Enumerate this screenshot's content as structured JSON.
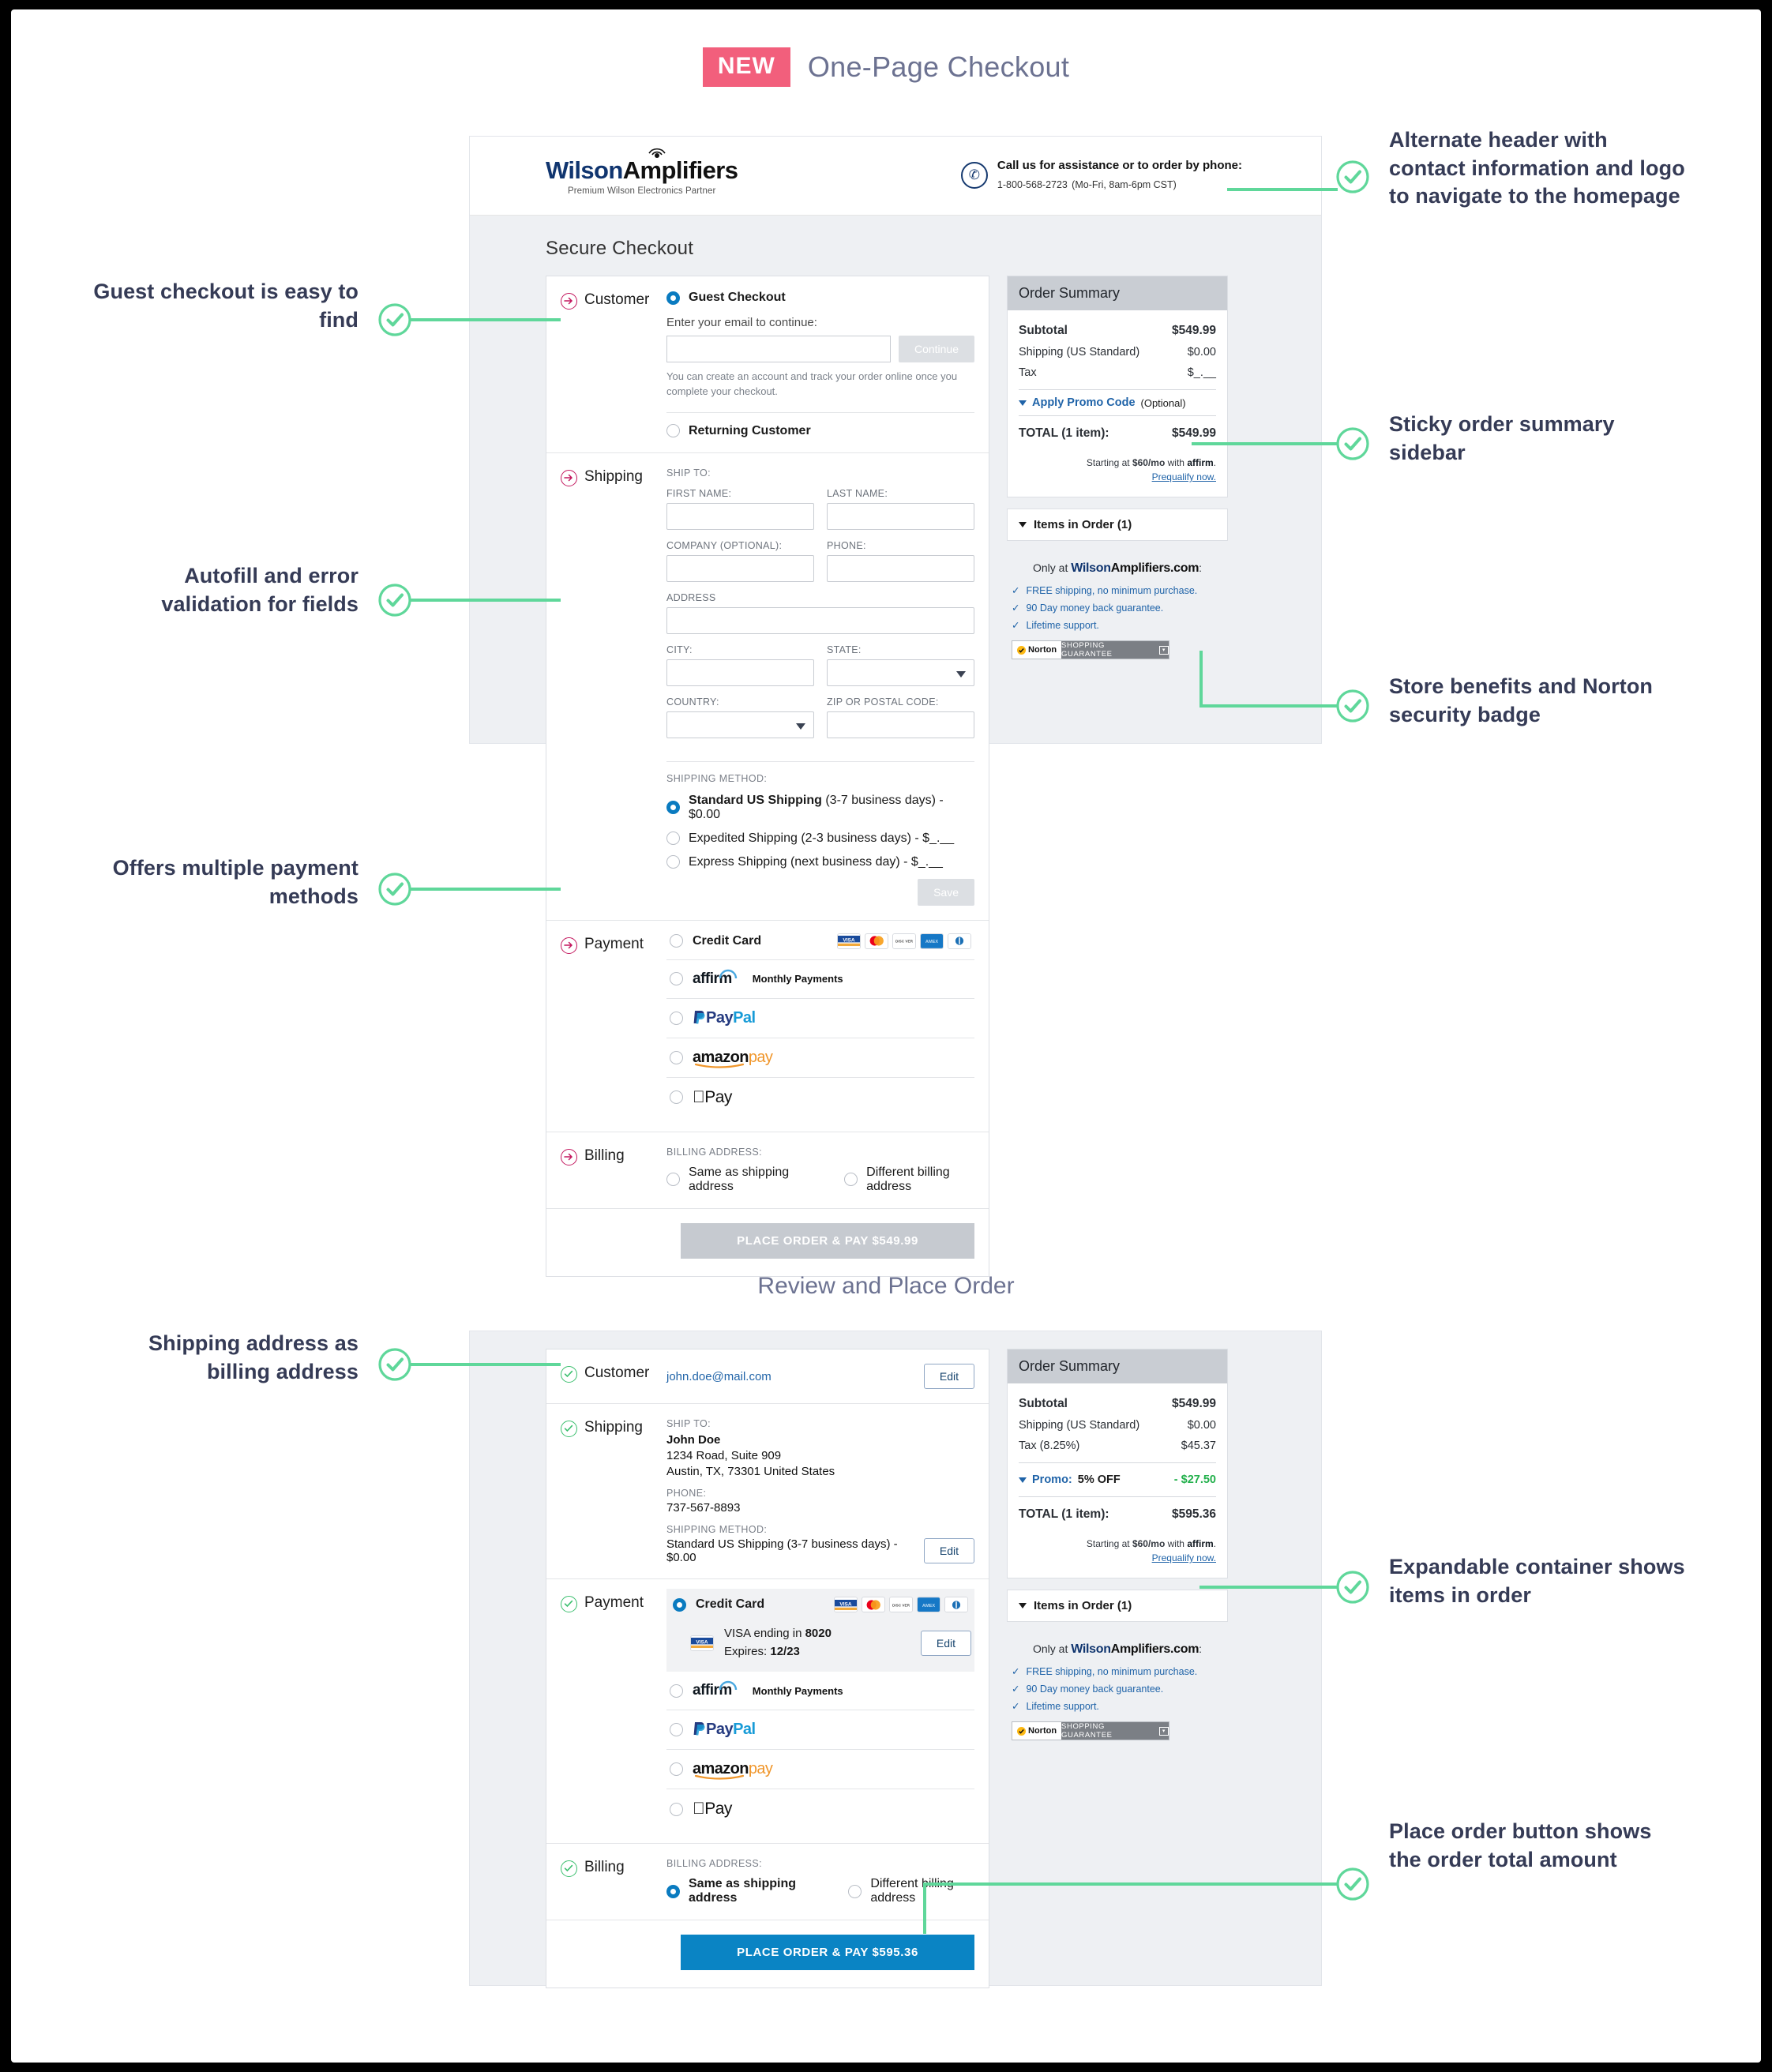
{
  "header": {
    "badge": "NEW",
    "title": "One-Page Checkout"
  },
  "section2_title": "Review and Place Order",
  "site": {
    "logo_first": "Wilson",
    "logo_second": "Amplifiers",
    "logo_tagline": "Premium Wilson Electronics Partner",
    "phone_label": "Call us for assistance or to order by phone:",
    "phone_number": "1-800-568-2723",
    "phone_hours": "(Mo-Fri, 8am-6pm CST)",
    "page_heading": "Secure Checkout"
  },
  "screen1": {
    "customer": {
      "label": "Customer",
      "guest_option": "Guest Checkout",
      "email_prompt": "Enter your email to continue:",
      "email_value": "",
      "email_placeholder": "",
      "continue_button": "Continue",
      "note": "You can create an account and track your order online once you complete your checkout.",
      "returning_option": "Returning Customer"
    },
    "shipping": {
      "label": "Shipping",
      "ship_to": "SHIP TO:",
      "fields": [
        {
          "label": "FIRST NAME:",
          "value": "",
          "type": "text"
        },
        {
          "label": "LAST NAME:",
          "value": "",
          "type": "text"
        },
        {
          "label": "COMPANY (OPTIONAL):",
          "value": "",
          "type": "text"
        },
        {
          "label": "PHONE:",
          "value": "",
          "type": "text"
        },
        {
          "label": "ADDRESS",
          "value": "",
          "type": "text"
        },
        {
          "label": "CITY:",
          "value": "",
          "type": "text"
        },
        {
          "label": "STATE:",
          "value": "",
          "type": "select"
        },
        {
          "label": "COUNTRY:",
          "value": "",
          "type": "select"
        },
        {
          "label": "ZIP OR POSTAL CODE:",
          "value": "",
          "type": "text"
        }
      ],
      "method_label": "SHIPPING METHOD:",
      "methods": [
        {
          "bold": "Standard US Shipping",
          "rest": " (3-7 business days) - $0.00",
          "selected": true
        },
        {
          "bold": "",
          "rest": "Expedited Shipping (2-3 business days) - $_.__",
          "selected": false
        },
        {
          "bold": "",
          "rest": "Express Shipping (next business day) - $_.__",
          "selected": false
        }
      ],
      "save_button": "Save"
    },
    "payment": {
      "label": "Payment",
      "methods": [
        {
          "name": "Credit Card",
          "selected": false
        },
        {
          "name": "affirm Monthly Payments",
          "selected": false
        },
        {
          "name": "PayPal",
          "selected": false
        },
        {
          "name": "amazon pay",
          "selected": false
        },
        {
          "name": "Apple Pay",
          "selected": false
        }
      ],
      "affirm_suffix": "Monthly Payments",
      "cards": [
        "VISA",
        "mastercard",
        "DISCOVER",
        "AMEX",
        "diners"
      ]
    },
    "billing": {
      "label": "Billing",
      "address_label": "BILLING ADDRESS:",
      "same_option": "Same as shipping address",
      "different_option": "Different billing address",
      "same_selected": false
    },
    "place_order_button": "PLACE ORDER & PAY $549.99",
    "summary": {
      "title": "Order Summary",
      "rows": [
        {
          "label": "Subtotal",
          "value": "$549.99",
          "bold": true
        },
        {
          "label": "Shipping (US Standard)",
          "value": "$0.00",
          "bold": false
        },
        {
          "label": "Tax",
          "value": "$_.__",
          "bold": false
        }
      ],
      "promo_link": "Apply Promo Code",
      "promo_optional": "(Optional)",
      "total_label": "TOTAL (1 item):",
      "total_value": "$549.99",
      "affirm_note_1": "Starting at ",
      "affirm_note_mo": "$60/mo",
      "affirm_note_2": " with ",
      "affirm_prequalify": "Prequalify now.",
      "items_bar": "Items in Order (1)"
    }
  },
  "screen2": {
    "customer": {
      "label": "Customer",
      "email": "john.doe@mail.com",
      "edit_button": "Edit"
    },
    "shipping": {
      "label": "Shipping",
      "ship_to": "SHIP TO:",
      "name": "John Doe",
      "address_line1": "1234 Road, Suite 909",
      "address_line2": "Austin, TX, 73301 United States",
      "phone_label": "PHONE:",
      "phone": "737-567-8893",
      "method_label": "SHIPPING METHOD:",
      "method": "Standard US Shipping (3-7 business days) - $0.00",
      "edit_button": "Edit"
    },
    "payment": {
      "label": "Payment",
      "credit_card": "Credit Card",
      "card_line1_pre": "VISA ending in ",
      "card_last4": "8020",
      "card_line2_pre": "Expires: ",
      "card_expiry": "12/23",
      "edit_button": "Edit",
      "affirm_suffix": "Monthly Payments"
    },
    "billing": {
      "label": "Billing",
      "address_label": "BILLING ADDRESS:",
      "same_option": "Same as shipping address",
      "different_option": "Different billing address",
      "same_selected": true
    },
    "place_order_button": "PLACE ORDER & PAY $595.36",
    "summary": {
      "title": "Order Summary",
      "rows": [
        {
          "label": "Subtotal",
          "value": "$549.99",
          "bold": true
        },
        {
          "label": "Shipping (US Standard)",
          "value": "$0.00",
          "bold": false
        },
        {
          "label": "Tax (8.25%)",
          "value": "$45.37",
          "bold": false
        }
      ],
      "promo_label": "Promo:",
      "promo_value": "5% OFF",
      "promo_amount": "- $27.50",
      "total_label": "TOTAL (1 item):",
      "total_value": "$595.36",
      "affirm_note_1": "Starting at ",
      "affirm_note_mo": "$60/mo",
      "affirm_note_2": " with ",
      "affirm_prequalify": "Prequalify now.",
      "items_bar": "Items in Order (1)"
    }
  },
  "benefits": {
    "heading_pre": "Only at ",
    "heading_brand_1": "Wilson",
    "heading_brand_2": "Amplifiers.com",
    "heading_post": ":",
    "items": [
      "FREE shipping, no minimum purchase.",
      "90 Day money back guarantee.",
      "Lifetime support."
    ],
    "norton_label": "Norton",
    "norton_guarantee": "SHOPPING GUARANTEE"
  },
  "annotations": [
    {
      "id": "a1",
      "text": "Alternate header with contact information and logo to navigate to the homepage"
    },
    {
      "id": "a2",
      "text": "Guest checkout is easy to find"
    },
    {
      "id": "a3",
      "text": "Sticky order summary sidebar"
    },
    {
      "id": "a4",
      "text": "Autofill and error validation for fields"
    },
    {
      "id": "a5",
      "text": "Store benefits and Norton security badge"
    },
    {
      "id": "a6",
      "text": "Offers multiple payment methods"
    },
    {
      "id": "a7",
      "text": "Shipping address as billing address"
    },
    {
      "id": "a8",
      "text": "Expandable container shows items in order"
    },
    {
      "id": "a9",
      "text": "Place order button shows the order total amount"
    }
  ],
  "colors": {
    "accent_pink": "#f25f7c",
    "accent_green": "#5fd79a",
    "brand_blue": "#10356f",
    "cta_blue": "#0a84c4",
    "step_magenta": "#c3175e",
    "promo_green": "#22b04b"
  }
}
